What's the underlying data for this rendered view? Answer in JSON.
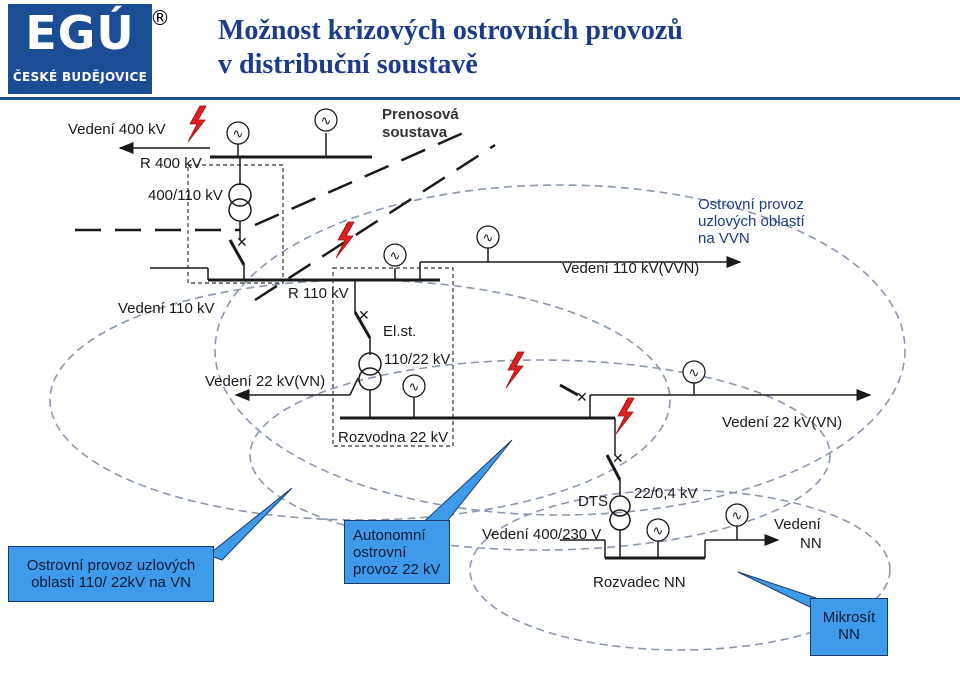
{
  "header": {
    "logo_text": "EGÚ",
    "logo_subtitle": "ČESKÉ BUDĚJOVICE",
    "registered_mark": "®",
    "title_line1": "Možnost krizových ostrovních provozů",
    "title_line2": "v distribuční soustavě"
  },
  "labels": {
    "vedeni_400": "Vedení 400 kV",
    "r400": "R 400 kV",
    "prenosova_1": "Prenosová",
    "prenosova_2": "soustava",
    "tr_400_110": "400/110 kV",
    "vedeni_110": "Vedení 110 kV",
    "r110": "R 110 kV",
    "el_st": "El.st.",
    "vedeni_110_vvn": "Vedení 110 kV(VVN)",
    "vedeni_22_vn_left": "Vedení 22 kV(VN)",
    "tr_110_22": "110/22 kV",
    "rozvodna_22": "Rozvodna 22 kV",
    "vedeni_22_vn_right": "Vedení 22 kV(VN)",
    "dts": "DTS",
    "tr_22_04": "22/0,4 kV",
    "vedeni_400_230": "Vedení 400/230 V",
    "rozvadec_nn": "Rozvadec NN",
    "vedeni_nn_1": "Vedení",
    "vedeni_nn_2": "NN",
    "generator_symbol": "∿"
  },
  "notes": {
    "ostrovni_vvn_1": "Ostrovní provoz",
    "ostrovni_vvn_2": "uzlových oblastí",
    "ostrovni_vvn_3": "na VVN"
  },
  "callouts": {
    "left_1": "Ostrovní provoz uzlových",
    "left_2": "oblasti 110/ 22kV na VN",
    "auto_1": "Autonomní",
    "auto_2": "ostrovní",
    "auto_3": "provoz 22 kV",
    "mikro_1": "Mikrosít",
    "mikro_2": "NN"
  },
  "colors": {
    "brand_blue": "#1b4d94",
    "callout_fill": "#3f9bea",
    "lightning_red": "#e02020",
    "ellipse_gray": "#8a97b0"
  }
}
